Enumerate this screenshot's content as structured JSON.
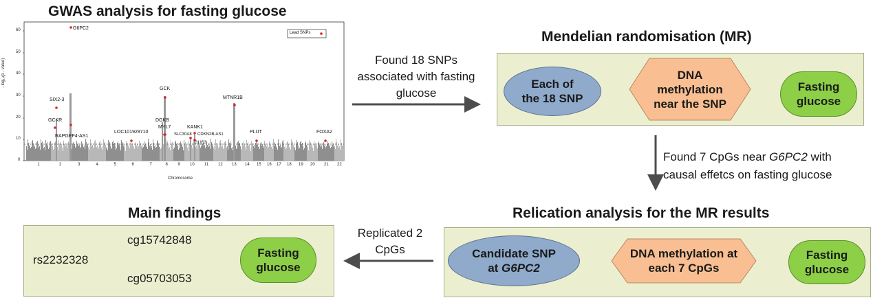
{
  "gwas": {
    "title": "GWAS analysis for fasting glucose",
    "ylabel": "- log₁₀(p - value)",
    "xlabel": "Chromosome",
    "legend": "Lead SNPs",
    "yticks": [
      "0",
      "10",
      "20",
      "30",
      "40",
      "50",
      "60"
    ],
    "xticks": [
      "1",
      "2",
      "3",
      "4",
      "5",
      "6",
      "7",
      "8",
      "9",
      "10",
      "11",
      "12",
      "13",
      "14",
      "15",
      "16",
      "17",
      "18",
      "19",
      "20",
      "21",
      "22"
    ],
    "genes": [
      "G6PC2",
      "SIX2-3",
      "GCKR",
      "RAPGEF4-AS1",
      "LOC101929710",
      "GCK",
      "DGKB",
      "MYL7",
      "KANK1",
      "SLC30A8",
      "CDKN2B-AS1",
      "GLIS3",
      "MTNR1B",
      "PLUT",
      "FOXA2"
    ]
  },
  "arrow_note_1": [
    "Found 18 SNPs",
    "associated with fasting",
    "glucose"
  ],
  "mr": {
    "title": "Mendelian randomisation (MR)",
    "exposure": [
      "Each of",
      "the 18 SNP"
    ],
    "mediator": [
      "DNA",
      "methylation",
      "near the SNP"
    ],
    "outcome": [
      "Fasting",
      "glucose"
    ]
  },
  "arrow_note_2": {
    "line1_prefix": "Found 7 CpGs near ",
    "line1_gene": "G6PC2",
    "line1_suffix": " with",
    "line2": "causal effetcs on fasting glucose"
  },
  "replication": {
    "title": "Relication analysis for the MR results",
    "exposure_line1": "Candidate SNP",
    "exposure_line2_prefix": "at ",
    "exposure_line2_gene": "G6PC2",
    "mediator": [
      "DNA methylation at",
      "each 7 CpGs"
    ],
    "outcome": [
      "Fasting",
      "glucose"
    ]
  },
  "arrow_note_3": [
    "Replicated 2",
    "CpGs"
  ],
  "findings": {
    "title": "Main findings",
    "snp": "rs2232328",
    "cpg1": "cg15742848",
    "cpg2": "cg05703053",
    "outcome": [
      "Fasting",
      "glucose"
    ]
  },
  "colors": {
    "panel": "#ebefcf",
    "blue": "#8faacb",
    "orange": "#f9bf92",
    "green": "#8dcf47",
    "arrow": "#4d4d4d",
    "lead_snp": "#d9252b"
  }
}
